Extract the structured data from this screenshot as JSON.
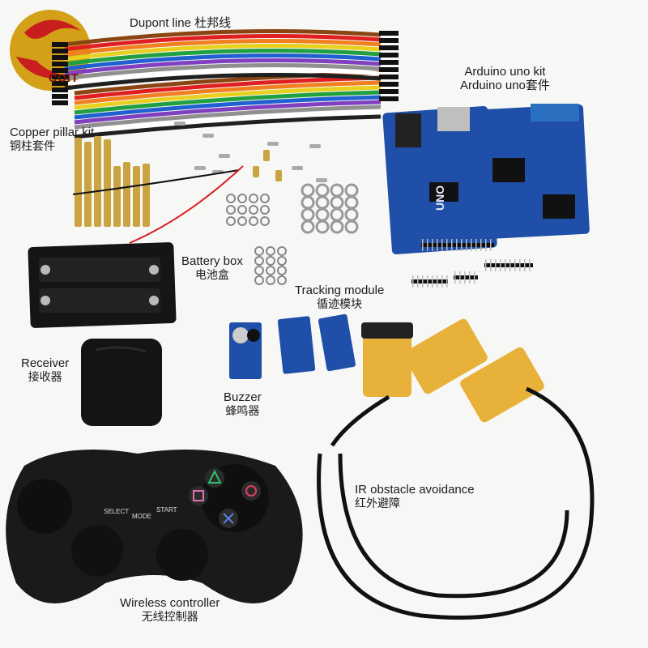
{
  "logo": {
    "text": "COIT",
    "icon": "coit-logo-icon",
    "colors": [
      "#d4a017",
      "#c81e1e"
    ]
  },
  "labels": {
    "dupont": {
      "en": "Dupont line",
      "cn": "杜邦线"
    },
    "arduino": {
      "en": "Arduino uno kit",
      "cn": "Arduino uno套件"
    },
    "copper": {
      "en": "Copper pillar kit",
      "cn": "铜柱套件"
    },
    "battery": {
      "en": "Battery box",
      "cn": "电池盒"
    },
    "tracking": {
      "en": "Tracking module",
      "cn": "循迹模块"
    },
    "receiver": {
      "en": "Receiver",
      "cn": "接收器"
    },
    "buzzer": {
      "en": "Buzzer",
      "cn": "蜂鸣器"
    },
    "ir": {
      "en": "IR obstacle avoidance",
      "cn": "红外避障"
    },
    "wireless": {
      "en": "Wireless controller",
      "cn": "无线控制器"
    }
  },
  "controller": {
    "select": "SELECT",
    "mode": "MODE",
    "start": "START"
  },
  "board": {
    "uno": "UNO"
  },
  "colors": {
    "board_blue": "#1f4fa8",
    "brass": "#c9a441",
    "sensor_yellow": "#e8b23a",
    "controller_black": "#1a1a1a",
    "wire_rainbow": [
      "#8b4513",
      "#e02020",
      "#f08020",
      "#e8d020",
      "#20a040",
      "#2060d0",
      "#8040c0",
      "#909090",
      "#ffffff",
      "#202020"
    ]
  }
}
